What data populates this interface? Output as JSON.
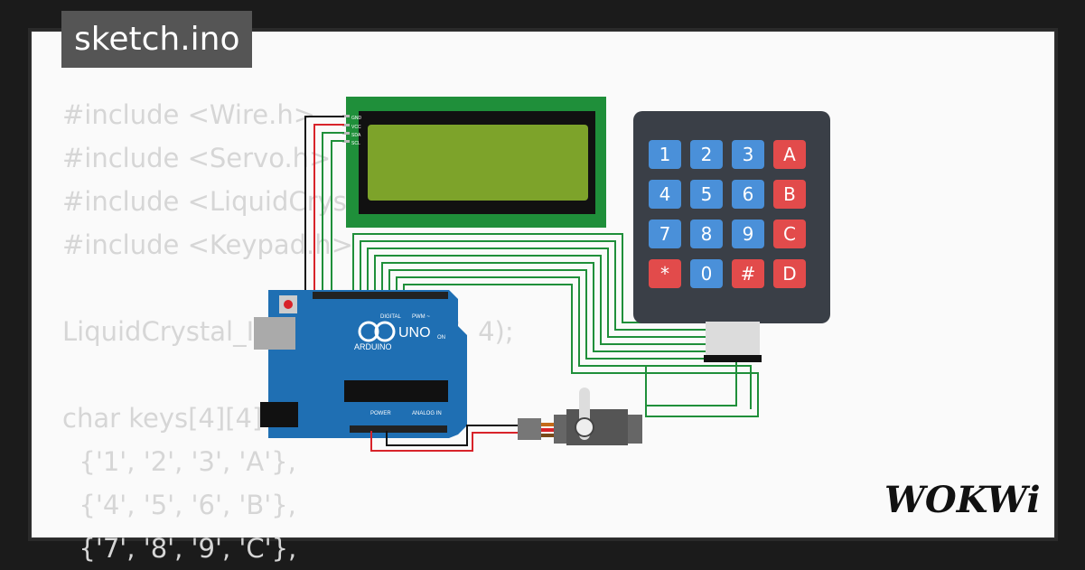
{
  "tab": {
    "filename": "sketch.ino"
  },
  "code_lines": [
    "#include <Wire.h>",
    "#include <Servo.h>",
    "#include <LiquidCrystal_I2C.h>",
    "#include <Keypad.h>",
    "",
    "LiquidCrystal_I2C lcd(0x27, 16, 4);",
    "",
    "char keys[4][4] = {",
    "  {'1', '2', '3', 'A'},",
    "  {'4', '5', '6', 'B'},",
    "  {'7', '8', '9', 'C'},"
  ],
  "keypad": {
    "keys": [
      "1",
      "2",
      "3",
      "A",
      "4",
      "5",
      "6",
      "B",
      "7",
      "8",
      "9",
      "C",
      "*",
      "0",
      "#",
      "D"
    ],
    "colors": {
      "number": "#4a90d9",
      "letter": "#e24b4b",
      "body": "#3a3f47"
    }
  },
  "arduino": {
    "model_label": "UNO",
    "brand_label": "ARDUINO",
    "digital_label": "DIGITAL",
    "pwm_label": "PWM ~",
    "power_label": "POWER",
    "analog_label": "ANALOG IN",
    "on_label": "ON",
    "board_color": "#1f6fb3"
  },
  "lcd": {
    "pin_labels": [
      "GND",
      "VCC",
      "SDA",
      "SCL"
    ],
    "board_color": "#1f8f3a",
    "screen_color": "#7da32a"
  },
  "logo": {
    "text": "WOKWi"
  }
}
